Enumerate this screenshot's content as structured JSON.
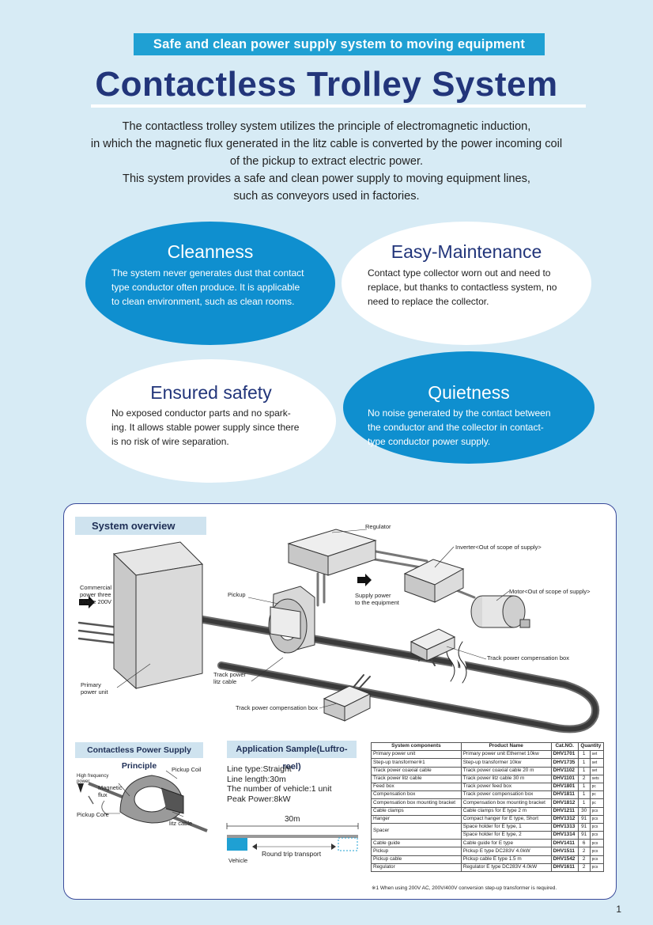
{
  "banner": "Safe and clean power supply system to moving equipment",
  "title": "Contactless Trolley System",
  "intro": [
    "The contactless trolley system utilizes the principle of electromagnetic induction,",
    "in which the magnetic flux generated in the litz cable is converted by the power incoming coil",
    "of the pickup to extract electric power.",
    "This system provides a safe and clean power supply to moving equipment lines,",
    "such as conveyors used in factories."
  ],
  "features": {
    "cleanness": {
      "title": "Cleanness",
      "lines": [
        "The system never generates dust that contact",
        "type conductor often produce. It is applicable",
        "to clean environment, such as clean rooms."
      ]
    },
    "maintenance": {
      "title": "Easy-Maintenance",
      "lines": [
        "Contact type collector worn out and need to",
        "replace, but thanks to contactless system, no",
        "need to replace the collector."
      ]
    },
    "safety": {
      "title": "Ensured safety",
      "lines": [
        "No exposed conductor parts and no spark-",
        "ing. It allows stable power supply since there",
        "is no risk of wire separation."
      ]
    },
    "quietness": {
      "title": "Quietness",
      "lines": [
        "No noise generated by the contact between",
        "the conductor and the collector in contact-",
        "type conductor power supply."
      ]
    }
  },
  "overview": {
    "heading": "System overview",
    "labels": {
      "regulator": "Regulator",
      "inverter": "Inverter<Out of scope of supply>",
      "commercial": [
        "Commercial",
        "power three",
        "phase 200V"
      ],
      "pickup": "Pickup",
      "supply": [
        "Supply power",
        "to the equipment"
      ],
      "motor": "Motor<Out of scope of supply>",
      "track_comp_right": "Track power compensation box",
      "litz": [
        "Track power",
        "litz cable"
      ],
      "primary": [
        "Primary",
        "power unit"
      ],
      "track_comp_bottom": "Track power compensation box"
    }
  },
  "principle": {
    "heading": "Contactless Power Supply Principle",
    "pickup_coil": "Pickup Coil",
    "high_freq": [
      "High frequency",
      "power"
    ],
    "flux": [
      "Magnetic",
      "flux"
    ],
    "core": "Pickup Core",
    "litz": "litz cable"
  },
  "application": {
    "heading": "Application Sample(Luftro-reel)",
    "specs": [
      "Line type:Straight",
      "Line length:30m",
      "The number of vehicle:1 unit",
      "Peak Power:8kW"
    ],
    "length": "30m",
    "vehicle": "Vehicle",
    "transport": "Round trip transport"
  },
  "components": {
    "headers": [
      "System components",
      "Product Name",
      "Cat.NO.",
      "Quantity"
    ],
    "rows": [
      [
        "Primary power unit",
        "Primary power unit Ethernet 10kw",
        "DHV1701",
        "1",
        "set"
      ],
      [
        "Step-up transformer※1",
        "Step-up transformer 10kw",
        "DHV1735",
        "1",
        "set"
      ],
      [
        "Track power coaxial cable",
        "Track power coaxial cable 20 m",
        "DHV1102",
        "1",
        "set"
      ],
      [
        "Track power litz cable",
        "Track power litz cable 30 m",
        "DHV1101",
        "2",
        "sets"
      ],
      [
        "Feed box",
        "Track power feed box",
        "DHV1801",
        "1",
        "pc"
      ],
      [
        "Compensation box",
        "Track power compensation box",
        "DHV1811",
        "1",
        "pc"
      ],
      [
        "Compensation box mounting bracket",
        "Compensation box mounting bracket",
        "DHV1812",
        "1",
        "pc"
      ],
      [
        "Cable clamps",
        "Cable clamps for E type 2 m",
        "DHV1211",
        "30",
        "pcs"
      ],
      [
        "Hanger",
        "Compact hanger for E type, Short",
        "DHV1312",
        "91",
        "pcs"
      ],
      [
        "Spacer",
        "Space holder for E type, 1",
        "DHV1313",
        "91",
        "pcs"
      ],
      [
        "",
        "Space holder for E type, 2",
        "DHV1314",
        "91",
        "pcs"
      ],
      [
        "Cable guide",
        "Cable guide for E type",
        "DHV1411",
        "6",
        "pcs"
      ],
      [
        "Pickup",
        "Pickup E type DC283V 4.0kW",
        "DHV1511",
        "2",
        "pcs"
      ],
      [
        "Pickup cable",
        "Pickup cable E type 1.5 m",
        "DHV1542",
        "2",
        "pcs"
      ],
      [
        "Regulator",
        "Regulator E type DC283V 4.0kW",
        "DHV1611",
        "2",
        "pcs"
      ]
    ],
    "note": "※1 When using 200V AC, 200V/400V conversion step-up transformer is required."
  },
  "page_number": "1"
}
